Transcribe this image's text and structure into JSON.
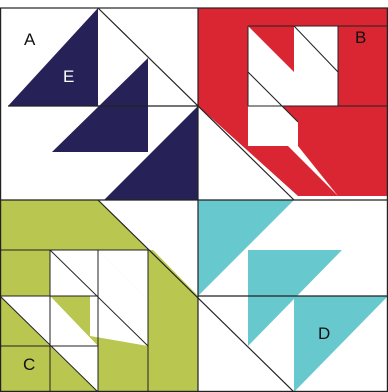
{
  "colors": {
    "navy": "#262156",
    "red": "#D92632",
    "green": "#B9C64F",
    "teal": "#67C9CD",
    "white": "#FFFFFF",
    "outline": "#222222"
  },
  "labels": {
    "A": "A",
    "B": "B",
    "C": "C",
    "D": "D",
    "E": "E"
  }
}
